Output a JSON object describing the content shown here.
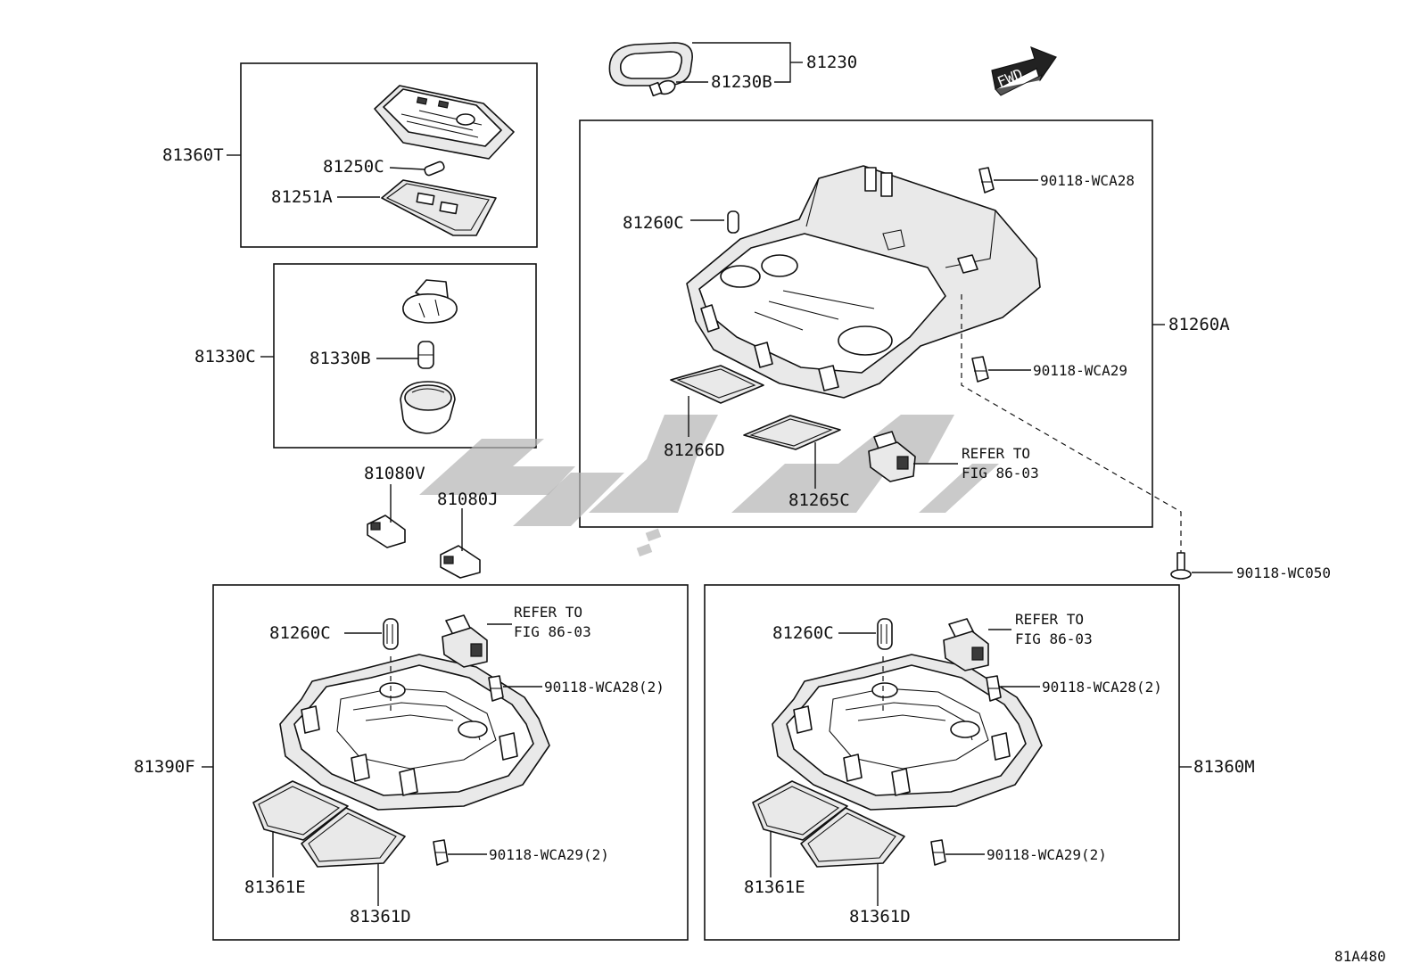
{
  "diagram": {
    "figure_code": "81A480",
    "fwd_label": "FWD",
    "labels": {
      "p81230": "81230",
      "p81230B": "81230B",
      "p81360T": "81360T",
      "p81250C": "81250C",
      "p81251A": "81251A",
      "p81330C": "81330C",
      "p81330B": "81330B",
      "p81080V": "81080V",
      "p81080J": "81080J",
      "p81260C_top": "81260C",
      "p90118_WCA28_top": "90118-WCA28",
      "p81260A": "81260A",
      "p90118_WCA29_top": "90118-WCA29",
      "p81266D": "81266D",
      "p81265C": "81265C",
      "refer_top_line1": "REFER TO",
      "refer_top_line2": "FIG 86-03",
      "p90118_WC050": "90118-WC050",
      "p81260C_left": "81260C",
      "refer_left_line1": "REFER TO",
      "refer_left_line2": "FIG 86-03",
      "p90118_WCA28_left": "90118-WCA28(2)",
      "p81390F": "81390F",
      "p90118_WCA29_left": "90118-WCA29(2)",
      "p81361E_left": "81361E",
      "p81361D_left": "81361D",
      "p81260C_right": "81260C",
      "refer_right_line1": "REFER TO",
      "refer_right_line2": "FIG 86-03",
      "p90118_WCA28_right": "90118-WCA28(2)",
      "p81360M": "81360M",
      "p90118_WCA29_right": "90118-WCA29(2)",
      "p81361E_right": "81361E",
      "p81361D_right": "81361D"
    }
  }
}
